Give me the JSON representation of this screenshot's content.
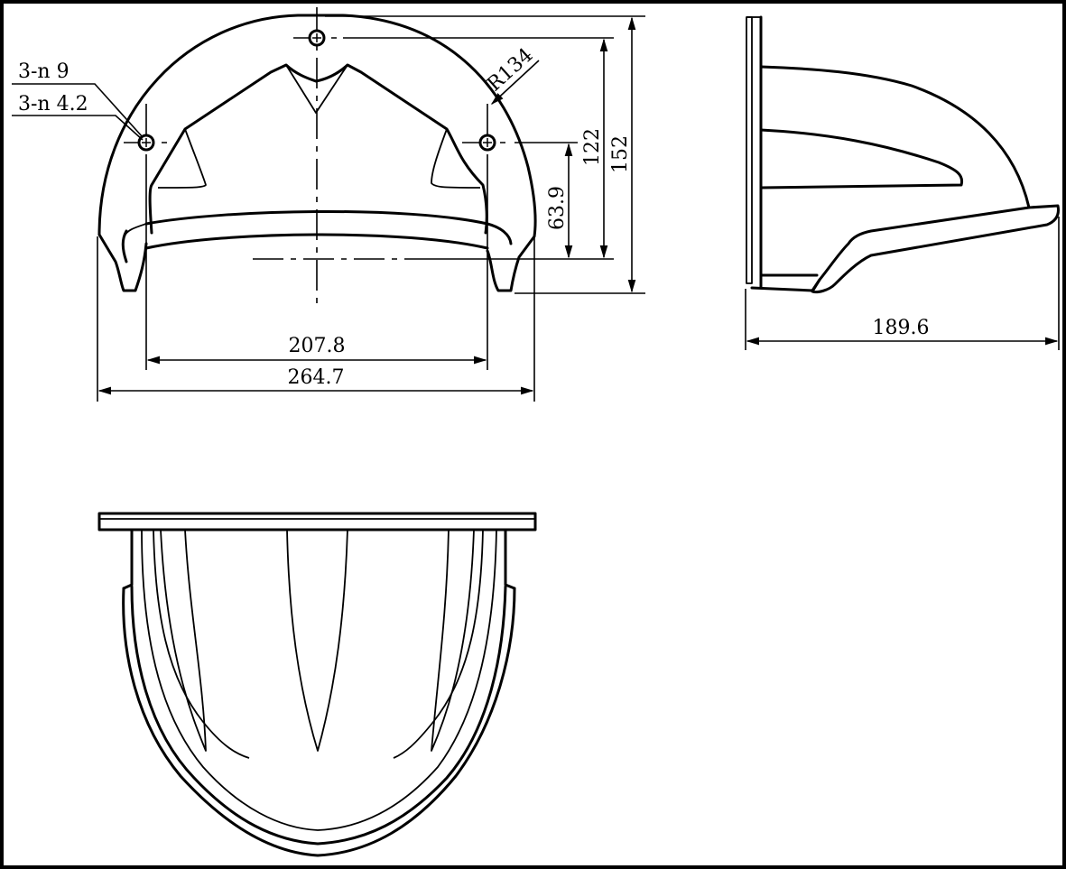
{
  "drawing": {
    "views": [
      "front-view",
      "side-view",
      "top-view"
    ],
    "stroke_color": "#000000",
    "background": "#ffffff"
  },
  "front_view": {
    "callout_holes_large": "3-n 9",
    "callout_holes_small": "3-n 4.2",
    "radius_label": "R134",
    "dim_hole_spacing": "207.8",
    "dim_overall_width": "264.7",
    "dim_side_hole_height": "63.9",
    "dim_top_hole_height": "122",
    "dim_overall_height": "152"
  },
  "side_view": {
    "dim_depth": "189.6"
  }
}
